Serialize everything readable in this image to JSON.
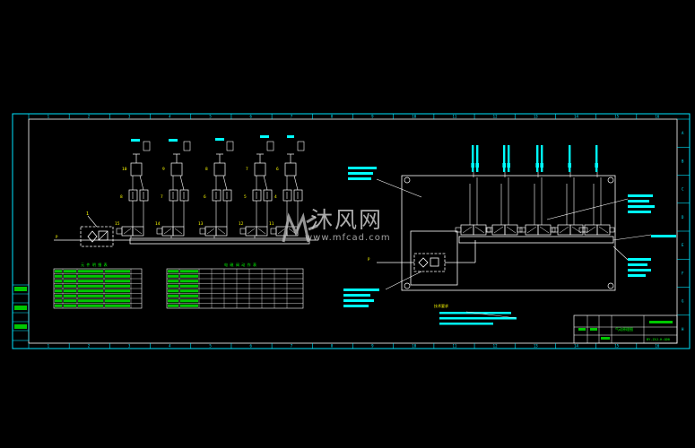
{
  "colors": {
    "frame": "#00e5ff",
    "frame_inner": "#ffffff",
    "lines": "#ffffff",
    "components": "#ffffff",
    "labels_yellow": "#ffff00",
    "labels_green": "#00ff00",
    "labels_cyan": "#00ffff",
    "table_fill": "#00c800",
    "background": "#000000"
  },
  "watermark": {
    "text": "沐风网",
    "url": "www.mfcad.com",
    "logo_icon": "mf-logo-icon"
  },
  "border": {
    "top_zones": [
      "1",
      "2",
      "3",
      "4",
      "5",
      "6",
      "7",
      "8",
      "9",
      "10",
      "11",
      "12",
      "13",
      "14",
      "15",
      "16"
    ],
    "bottom_zones": [
      "1",
      "2",
      "3",
      "4",
      "5",
      "6",
      "7",
      "8",
      "9",
      "10",
      "11",
      "12",
      "13",
      "14",
      "15",
      "16"
    ],
    "right_zones": [
      "A",
      "B",
      "C",
      "D",
      "E",
      "F",
      "G",
      "H"
    ]
  },
  "diagram": {
    "valve_numbers": [
      "15",
      "14",
      "13",
      "12",
      "11"
    ],
    "actuator_numbers": [
      "10",
      "9",
      "8",
      "7",
      "6",
      "5",
      "4"
    ],
    "frl_unit_label": "1",
    "notes_heading": "技术要求",
    "title_block": {
      "drawing_title": "气动原理图",
      "drawing_code": "BY-ZXJ-H-QD0"
    }
  }
}
